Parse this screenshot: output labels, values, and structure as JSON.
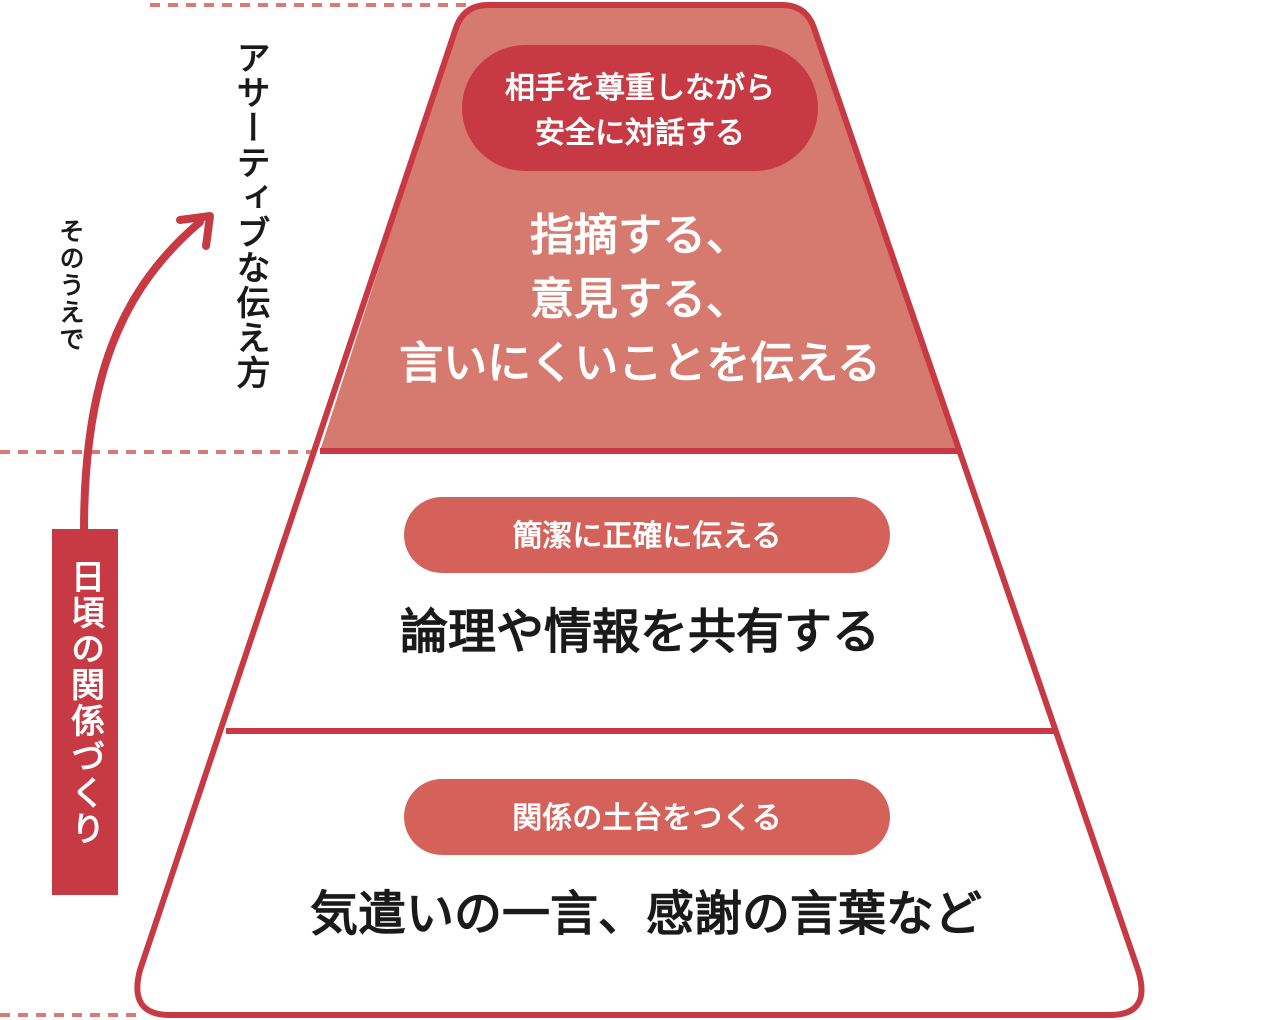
{
  "left": {
    "arrow_label": "そのうえで",
    "top_label": "アサーティブな伝え方",
    "bottom_label": "日頃の関係づくり"
  },
  "pyramid": {
    "top": {
      "pill": [
        "相手を尊重しながら",
        "安全に対話する"
      ],
      "main": [
        "指摘する、",
        "意見する、",
        "言いにくいことを伝える"
      ]
    },
    "middle": {
      "pill": "簡潔に正確に伝える",
      "main": "論理や情報を共有する"
    },
    "bottom": {
      "pill": "関係の土台をつくる",
      "main": "気遣いの一言、感謝の言葉など"
    }
  },
  "colors": {
    "outline": "#c73a44",
    "top_fill": "#d6796e",
    "top_pill": "#c73a44",
    "lower_pill": "#d4625a",
    "dash": "#d97a76"
  }
}
